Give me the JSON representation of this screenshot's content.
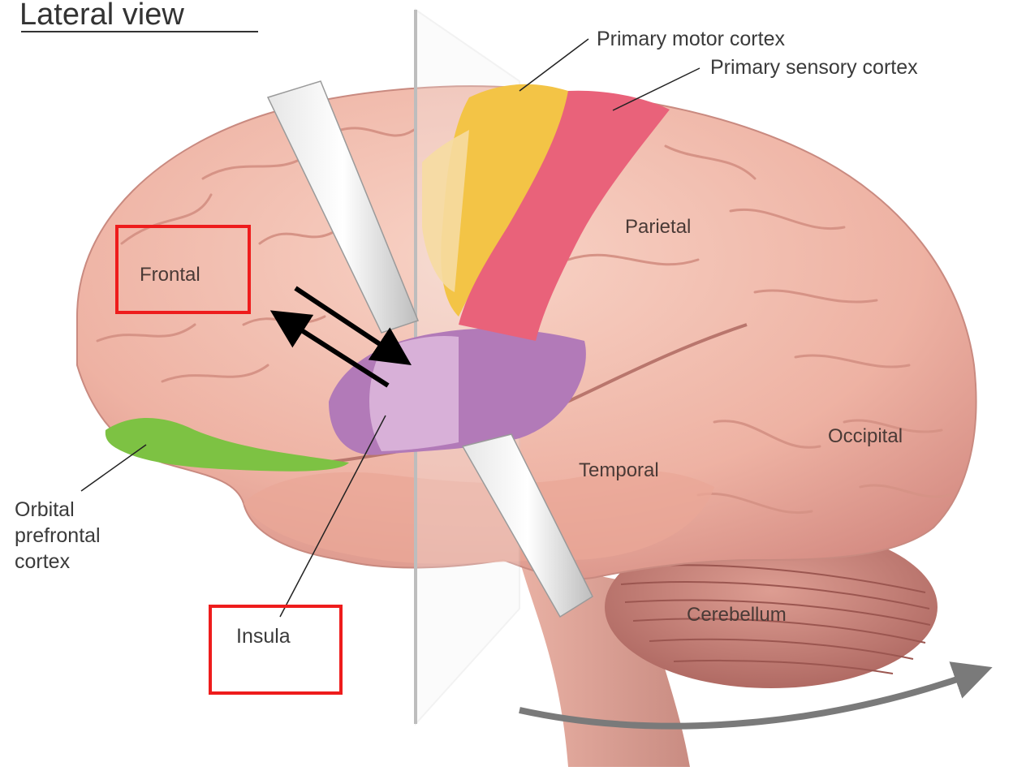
{
  "title": "Lateral view",
  "labels": {
    "primary_motor_cortex": "Primary motor cortex",
    "primary_sensory_cortex": "Primary sensory cortex",
    "parietal": "Parietal",
    "frontal": "Frontal",
    "occipital": "Occipital",
    "temporal": "Temporal",
    "cerebellum": "Cerebellum",
    "insula": "Insula",
    "orbital_prefrontal_cortex": [
      "Orbital",
      "prefrontal",
      "cortex"
    ]
  },
  "colors": {
    "brain": "#f2b8a8",
    "brain_shadow": "#d9938a",
    "motor_cortex": "#f3c446",
    "sensory_cortex": "#e9627a",
    "insula": "#b27ab8",
    "insula_light": "#dcb6dc",
    "orbital": "#7dc243",
    "cerebellum": "#c98379",
    "highlight_box": "#ee1c1c",
    "arrow": "#000000",
    "rotation_arrow": "#7a7a7a"
  },
  "icons": {
    "double_arrow": "bidirectional-arrow-icon",
    "rotation_arrow": "curved-arrow-icon"
  }
}
